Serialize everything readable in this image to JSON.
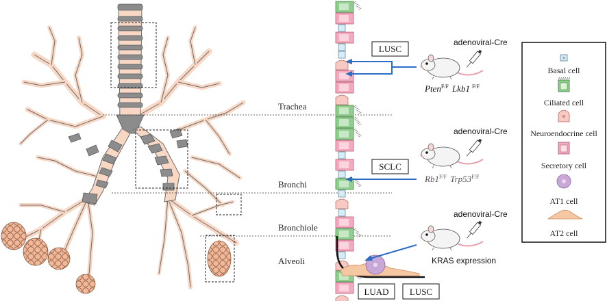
{
  "regions": {
    "trachea": "Trachea",
    "bronchi": "Bronchi",
    "bronchiole": "Bronchiole",
    "alveoli": "Alveoli"
  },
  "models": [
    {
      "cancer": "LUSC",
      "delivery": "adenoviral-Cre",
      "genotype": {
        "gene1": "Pten",
        "sup1": "F/F",
        "gene2": "Lkb1",
        "sup2": "F/F"
      }
    },
    {
      "cancer": "SCLC",
      "delivery": "adenoviral-Cre",
      "genotype": {
        "gene1": "Rb1",
        "sup1": "F/F",
        "gene2": "Trp53",
        "sup2": "F/F"
      }
    },
    {
      "cancer_bottom": [
        "LUAD",
        "LUSC"
      ],
      "delivery": "adenoviral-Cre",
      "expression": "KRAS expression"
    }
  ],
  "legend": {
    "items": [
      {
        "label": "Basal cell",
        "icon": "basal-cell-icon"
      },
      {
        "label": "Ciliated cell",
        "icon": "ciliated-cell-icon"
      },
      {
        "label": "Neuroendocrine cell",
        "icon": "neuroendocrine-cell-icon"
      },
      {
        "label": "Secretory cell",
        "icon": "secretory-cell-icon"
      },
      {
        "label": "AT1 cell",
        "icon": "at1-cell-icon"
      },
      {
        "label": "AT2 cell",
        "icon": "at2-cell-icon"
      }
    ]
  },
  "colors": {
    "airway_fill": "#f8d8c4",
    "cartilage": "#8c8c8c",
    "alveoli_fill": "#f2b89a",
    "basal": "#d6ecf7",
    "ciliated": "#8fce8c",
    "neuroendocrine": "#f7c9c2",
    "secretory": "#f5a9bd",
    "at1": "#c9a8d8",
    "at2": "#f6c7a3",
    "arrow": "#2b6cc4"
  }
}
